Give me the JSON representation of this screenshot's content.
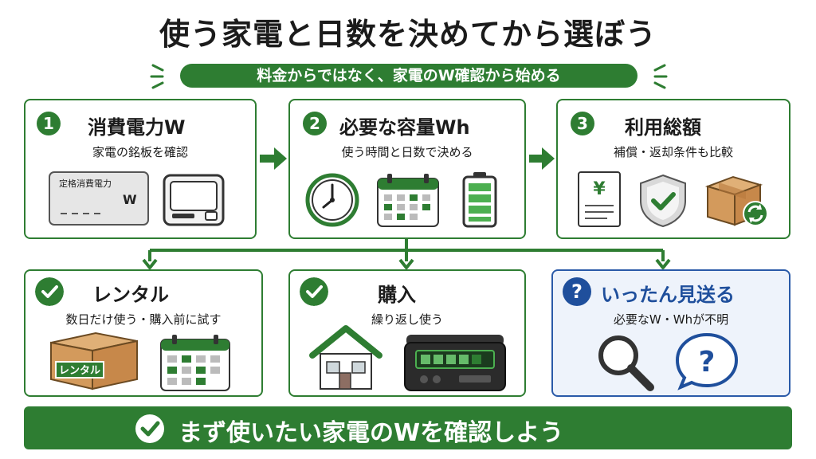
{
  "title": "使う家電と日数を決めてから選ぼう",
  "subtitle": "料金からではなく、家電のW確認から始める",
  "steps": [
    {
      "number": "1",
      "title": "消費電力W",
      "desc": "家電の銘板を確認"
    },
    {
      "number": "2",
      "title": "必要な容量Wh",
      "desc": "使う時間と日数で決める"
    },
    {
      "number": "3",
      "title": "利用総額",
      "desc": "補償・返却条件も比較"
    }
  ],
  "nameplate": {
    "label": "定格消費電力",
    "unit": "W"
  },
  "receipt_symbol": "¥",
  "options": [
    {
      "title": "レンタル",
      "desc": "数日だけ使う・購入前に試す",
      "box_label": "レンタル"
    },
    {
      "title": "購入",
      "desc": "繰り返し使う"
    },
    {
      "title": "いったん見送る",
      "desc": "必要なW・Whが不明",
      "mark": "?"
    }
  ],
  "footer": "まず使いたい家電のWを確認しよう",
  "colors": {
    "green": "#2e7d32",
    "blue": "#1f4f9c",
    "light_blue_bg": "#eef3fb"
  }
}
